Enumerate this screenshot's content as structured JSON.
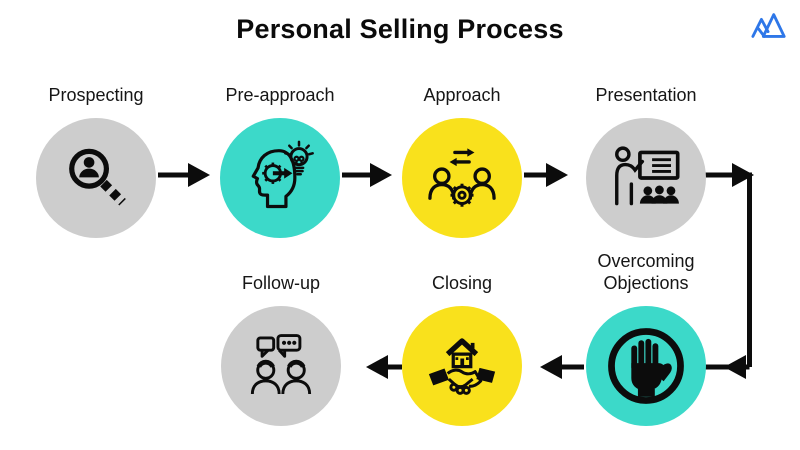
{
  "title": "Personal Selling Process",
  "brand": {
    "logo": "mountain-peaks-logo",
    "color": "#2e77e8"
  },
  "colors": {
    "background": "#ffffff",
    "arrow": "#0c0c0c",
    "ink": "#0c0c0c",
    "label": "#161616",
    "gray_circle": "#cdcdcd",
    "teal_circle": "#3cd9c9",
    "yellow_circle": "#f9e11c"
  },
  "steps": [
    {
      "label": "Prospecting",
      "circle_color": "#cdcdcd",
      "icon": "person-magnifier-icon"
    },
    {
      "label": "Pre-approach",
      "circle_color": "#3cd9c9",
      "icon": "thinking-head-lightbulb-icon"
    },
    {
      "label": "Approach",
      "circle_color": "#f9e11c",
      "icon": "people-exchange-gear-icon"
    },
    {
      "label": "Presentation",
      "circle_color": "#cdcdcd",
      "icon": "presenter-whiteboard-icon"
    },
    {
      "label": "Overcoming Objections",
      "circle_color": "#3cd9c9",
      "icon": "stop-hand-icon"
    },
    {
      "label": "Closing",
      "circle_color": "#f9e11c",
      "icon": "handshake-house-icon"
    },
    {
      "label": "Follow-up",
      "circle_color": "#cdcdcd",
      "icon": "conversation-people-icon"
    }
  ]
}
